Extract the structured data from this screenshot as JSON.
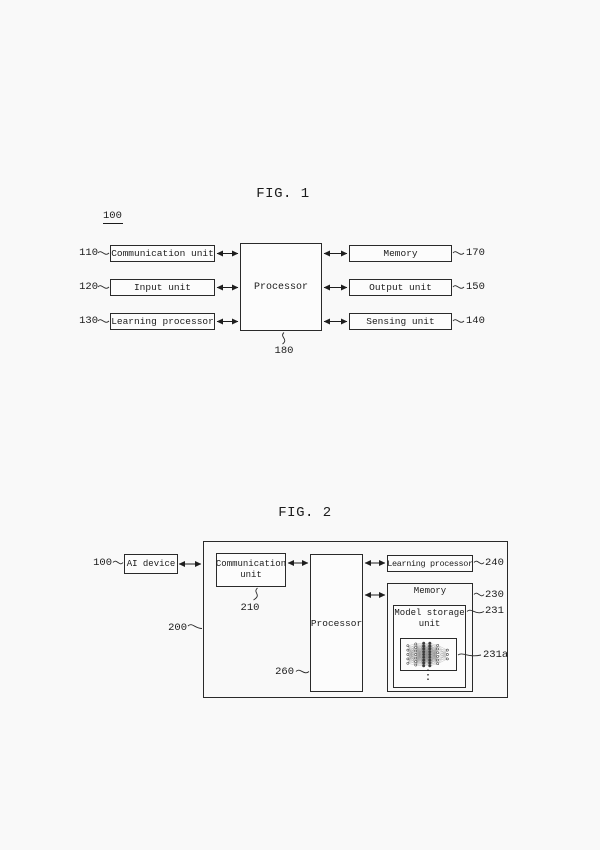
{
  "palette": {
    "background": "#f9f9f9",
    "ink": "#222222",
    "box_fill": "#fcfcfc"
  },
  "fig1": {
    "title": "FIG. 1",
    "figure_ref": "100",
    "left_blocks": [
      {
        "label": "Communication unit",
        "ref": "110"
      },
      {
        "label": "Input unit",
        "ref": "120"
      },
      {
        "label": "Learning processor",
        "ref": "130"
      }
    ],
    "processor": {
      "label": "Processor",
      "ref": "180"
    },
    "right_blocks": [
      {
        "label": "Memory",
        "ref": "170"
      },
      {
        "label": "Output unit",
        "ref": "150"
      },
      {
        "label": "Sensing unit",
        "ref": "140"
      }
    ]
  },
  "fig2": {
    "title": "FIG. 2",
    "ai_device": {
      "label": "AI device",
      "ref": "100"
    },
    "server_box_ref": "200",
    "communication_unit": {
      "label_lines": [
        "Communication",
        "unit"
      ],
      "ref": "210"
    },
    "processor": {
      "label": "Processor",
      "ref": "260"
    },
    "learning_processor": {
      "label": "Learning processor",
      "ref": "240"
    },
    "memory": {
      "label": "Memory",
      "ref": "230"
    },
    "model_storage_unit": {
      "label_lines": [
        "Model storage",
        "unit"
      ],
      "ref": "231"
    },
    "neural_network_ref": "231a",
    "vertical_ellipsis": "⋮"
  }
}
